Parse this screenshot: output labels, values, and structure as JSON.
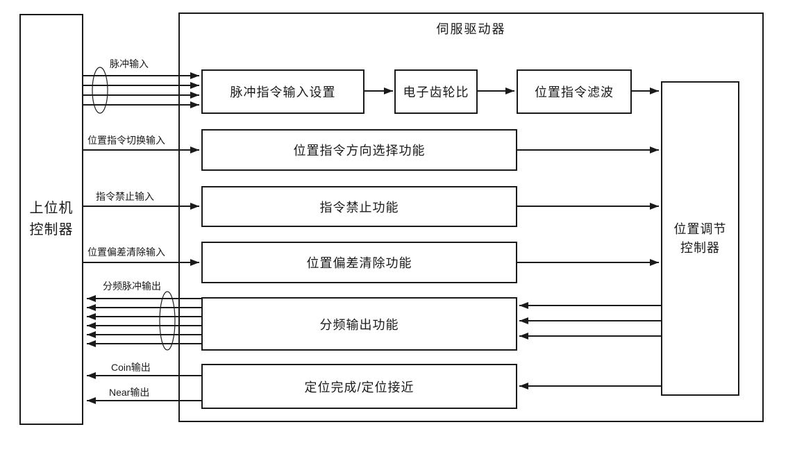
{
  "diagram": {
    "host": {
      "line1": "上位机",
      "line2": "控制器"
    },
    "servo_driver": {
      "title": "伺服驱动器"
    },
    "blocks": {
      "pulse_input_setting": "脉冲指令输入设置",
      "electronic_gear_ratio": "电子齿轮比",
      "position_command_filter": "位置指令滤波",
      "direction_select": "位置指令方向选择功能",
      "command_prohibit": "指令禁止功能",
      "deviation_clear": "位置偏差清除功能",
      "freq_output": "分频输出功能",
      "positioning": "定位完成/定位接近",
      "regulator_line1": "位置调节",
      "regulator_line2": "控制器"
    },
    "signals": {
      "pulse_input": "脉冲输入",
      "switch_input": "位置指令切换输入",
      "prohibit_input": "指令禁止输入",
      "clear_input": "位置偏差清除输入",
      "freq_pulse_output": "分频脉冲输出",
      "coin_output": "Coin输出",
      "near_output": "Near输出"
    },
    "colors": {
      "line": "#1a1a1a",
      "background": "#ffffff"
    }
  }
}
